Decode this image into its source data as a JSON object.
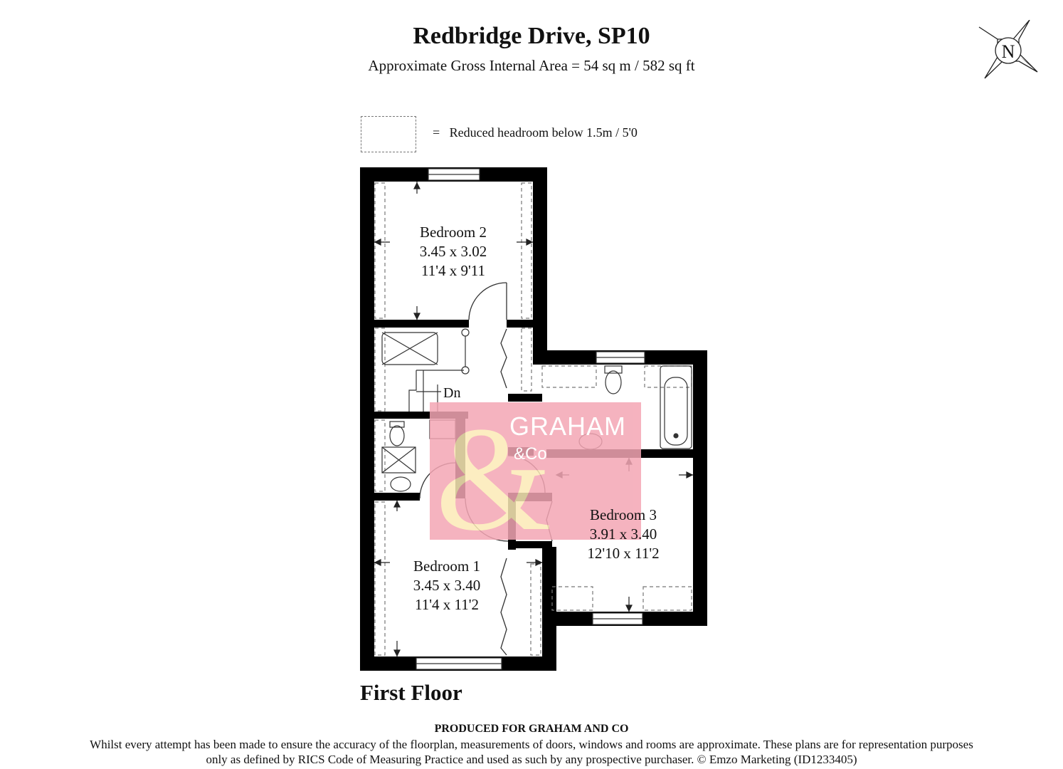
{
  "header": {
    "title": "Redbridge Drive, SP10",
    "subtitle": "Approximate Gross Internal Area = 54 sq m / 582 sq ft"
  },
  "compass": {
    "label": "N",
    "icon": "north-compass-icon"
  },
  "legend": {
    "text": "=   Reduced headroom below 1.5m / 5'0"
  },
  "rooms": {
    "bedroom2": {
      "name": "Bedroom 2",
      "metric": "3.45 x 3.02",
      "imperial": "11'4 x 9'11"
    },
    "bedroom3": {
      "name": "Bedroom 3",
      "metric": "3.91 x 3.40",
      "imperial": "12'10 x 11'2"
    },
    "bedroom1": {
      "name": "Bedroom 1",
      "metric": "3.45 x 3.40",
      "imperial": "11'4 x 11'2"
    }
  },
  "stairs_label": "Dn",
  "watermark": {
    "brand": "GRAHAM",
    "sub": "&Co",
    "color": "#f4a6b4",
    "accent": "#fdf3b8"
  },
  "floor_label": "First Floor",
  "footer": {
    "produced": "PRODUCED FOR GRAHAM AND CO",
    "disclaimer": "Whilst every attempt has been made to ensure the accuracy of the floorplan, measurements of doors, windows and rooms are approximate. These plans are for representation purposes only as defined by RICS Code of Measuring Practice and used as such by any prospective purchaser. © Emzo Marketing (ID1233405)"
  }
}
